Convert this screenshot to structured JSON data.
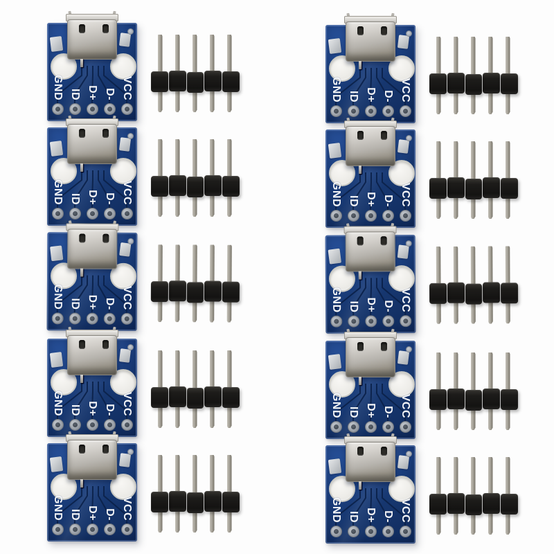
{
  "scene": {
    "kind": "product-photo",
    "subject": "micro-USB 5V breakout boards with 5-pin male pin headers",
    "background_color": "#fdfdfd",
    "grid": {
      "columns": 2,
      "rows": 5
    },
    "module_count": 10,
    "header_strip_count": 10
  },
  "board": {
    "pin_labels": [
      "GND",
      "ID",
      "D+",
      "D-",
      "VCC"
    ],
    "pad_count": 5,
    "mounting_hole_count": 2,
    "colors": {
      "pcb_blue": "#1c3e7e",
      "pcb_dark_blue": "#102b5c",
      "trace": "#0b2149",
      "silkscreen_text": "#f2f4f7",
      "pad_metal": "#9aa0a8",
      "mounting_hole": "#f0efec",
      "connector_metal": "#c6c4c0",
      "connector_slot": "#2e2d29"
    }
  },
  "header": {
    "pin_count": 5,
    "colors": {
      "pin_metal": "#a6a39a",
      "plastic": "#1c1b1a"
    }
  },
  "modules": [
    {
      "id": "usb-breakout-1"
    },
    {
      "id": "usb-breakout-2"
    },
    {
      "id": "usb-breakout-3"
    },
    {
      "id": "usb-breakout-4"
    },
    {
      "id": "usb-breakout-5"
    },
    {
      "id": "usb-breakout-6"
    },
    {
      "id": "usb-breakout-7"
    },
    {
      "id": "usb-breakout-8"
    },
    {
      "id": "usb-breakout-9"
    },
    {
      "id": "usb-breakout-10"
    }
  ]
}
